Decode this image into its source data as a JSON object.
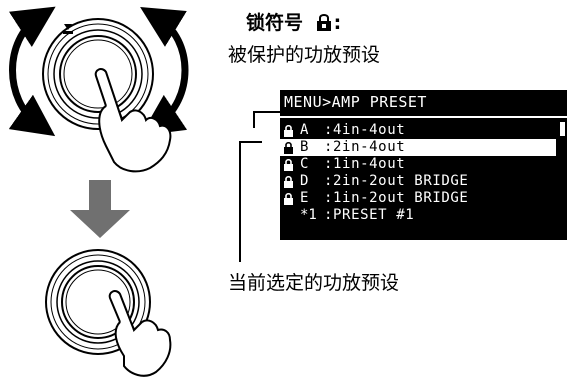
{
  "annotations": {
    "lock_symbol_label": "锁符号",
    "lock_symbol_colon": ":",
    "lock_symbol_desc": "被保护的功放预设",
    "current_selection_desc": "当前选定的功放预设"
  },
  "lcd": {
    "title": "MENU>AMP PRESET",
    "items": [
      {
        "locked": true,
        "key": "A",
        "text": ":4in-4out"
      },
      {
        "locked": true,
        "key": "B",
        "text": ":2in-4out",
        "selected": true
      },
      {
        "locked": true,
        "key": "C",
        "text": ":1in-4out"
      },
      {
        "locked": true,
        "key": "D",
        "text": ":2in-2out BRIDGE"
      },
      {
        "locked": true,
        "key": "E",
        "text": ":1in-2out BRIDGE"
      },
      {
        "locked": false,
        "key": "*1",
        "text": ":PRESET #1"
      }
    ]
  },
  "icons": [
    "rotate-arrow-left-icon",
    "rotate-arrow-right-icon",
    "down-arrow-icon",
    "hand-pointer-icon",
    "lock-icon",
    "encoder-knob-icon"
  ],
  "colors": {
    "arrow": "#707070",
    "lcd_bg": "#000000",
    "lcd_fg": "#ffffff"
  }
}
